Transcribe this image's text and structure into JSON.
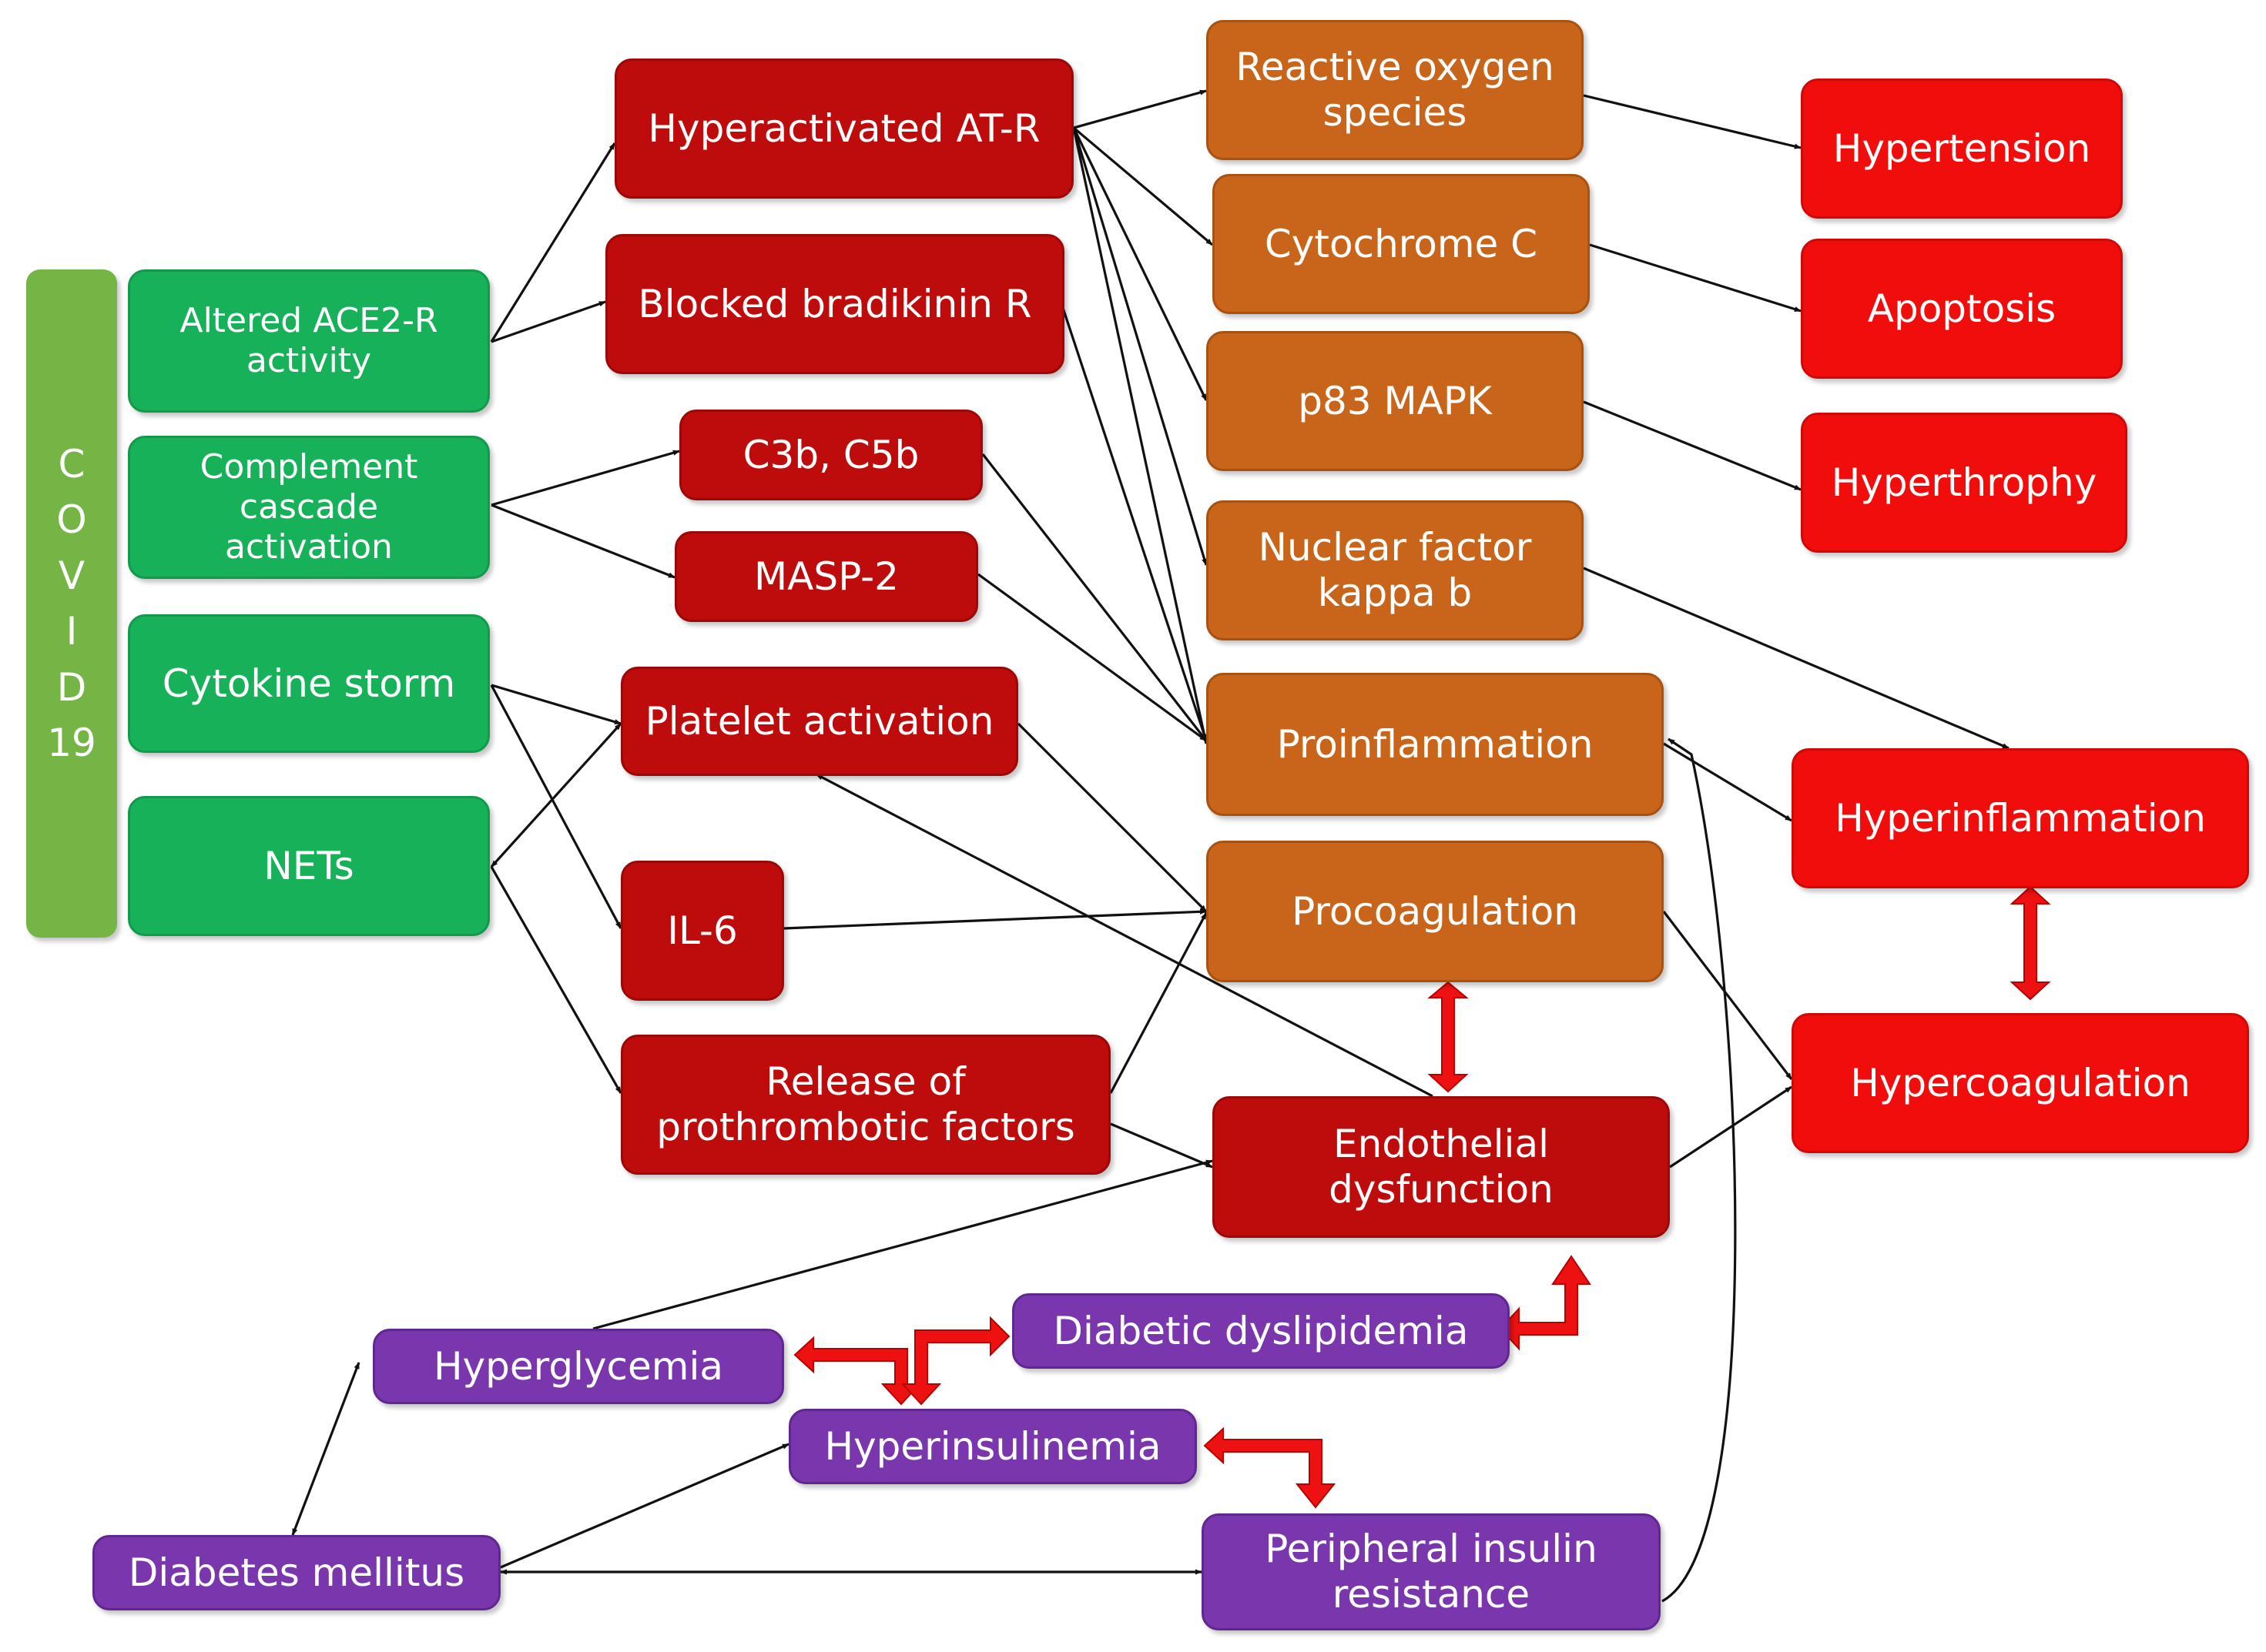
{
  "covid": {
    "label": "C\nO\nV\nI\nD\n19"
  },
  "nodes": {
    "altered_ace2": "Altered ACE2-R\nactivity",
    "complement": "Complement\ncascade\nactivation",
    "cytokine_storm": "Cytokine storm",
    "nets": "NETs",
    "hyperactivated_atr": "Hyperactivated AT-R",
    "blocked_bradikinin": "Blocked bradikinin R",
    "c3b_c5b": "C3b, C5b",
    "masp2": "MASP-2",
    "platelet_activation": "Platelet activation",
    "il6": "IL-6",
    "release_prothrombotic": "Release of\nprothrombotic factors",
    "reactive_oxygen": "Reactive oxygen\nspecies",
    "cytochrome_c": "Cytochrome C",
    "p83_mapk": "p83 MAPK",
    "nuclear_factor": "Nuclear factor\nkappa b",
    "proinflammation": "Proinflammation",
    "procoagulation": "Procoagulation",
    "endothelial_dysfunction": "Endothelial\ndysfunction",
    "hypertension": "Hypertension",
    "apoptosis": "Apoptosis",
    "hyperthrophy": "Hyperthrophy",
    "hyperinflammation": "Hyperinflammation",
    "hypercoagulation": "Hypercoagulation",
    "diabetic_dyslipidemia": "Diabetic dyslipidemia",
    "hyperglycemia": "Hyperglycemia",
    "hyperinsulinemia": "Hyperinsulinemia",
    "diabetes_mellitus": "Diabetes mellitus",
    "peripheral_insulin_resistance": "Peripheral insulin\nresistance"
  },
  "colors": {
    "covid_bar": "#75b545",
    "trigger": "#17b15a",
    "mediator": "#be0b0b",
    "pathway": "#c8651a",
    "outcome": "#f20d0d",
    "metabolic": "#7a37ad",
    "bidirectional_arrow": "#ee1111",
    "connector": "#111111"
  }
}
